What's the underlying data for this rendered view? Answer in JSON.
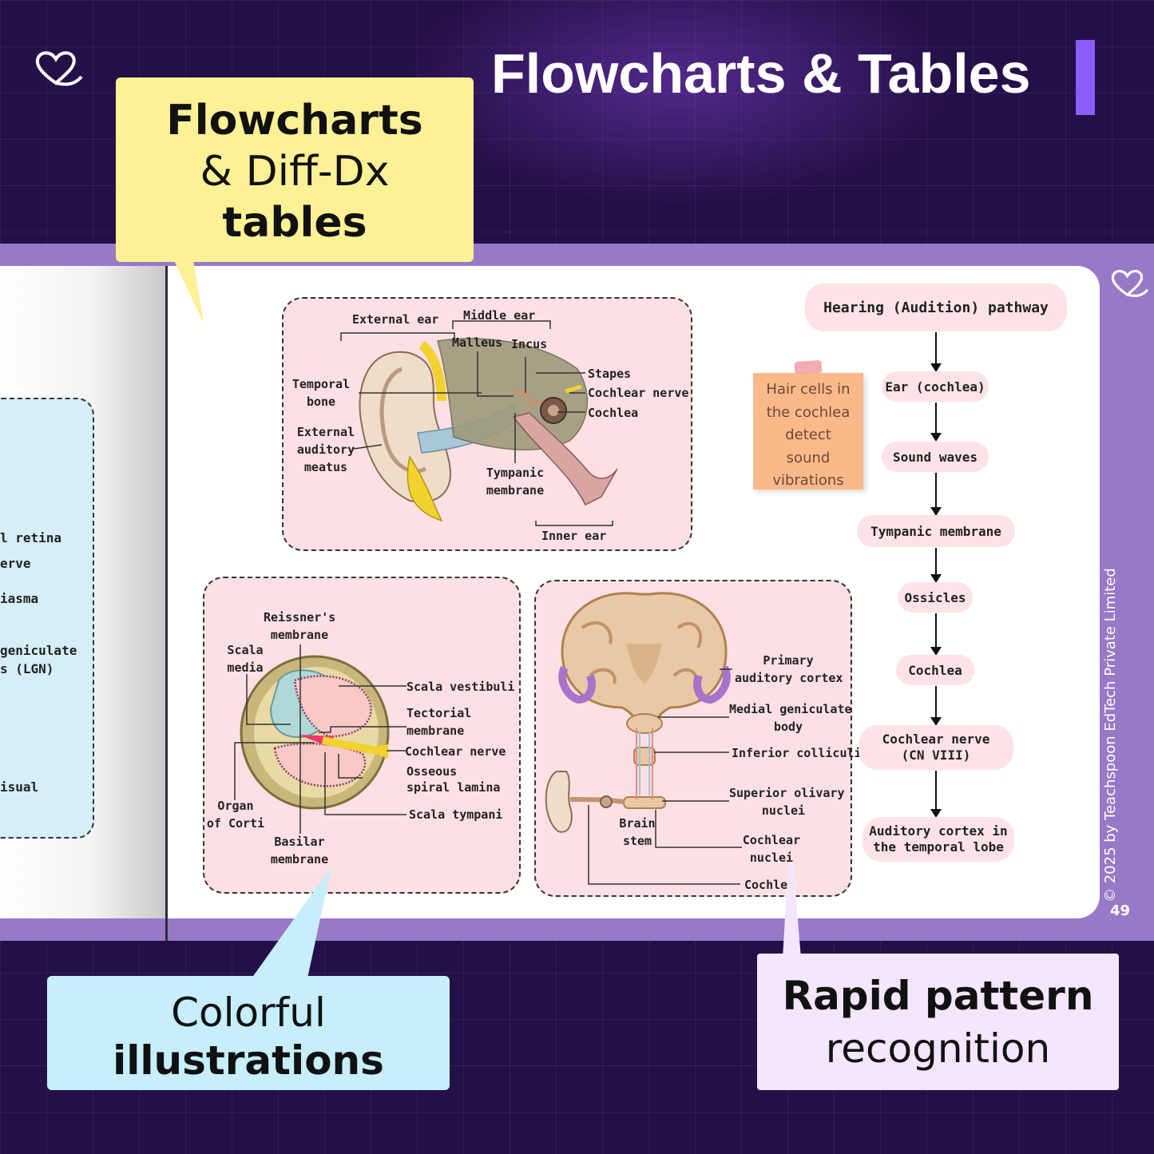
{
  "header": {
    "title": "Flowcharts & Tables"
  },
  "callouts": {
    "flowcharts": {
      "line1": "Flowcharts",
      "line2": "& Diff-Dx",
      "line3": "tables"
    },
    "illustrations": {
      "line1": "Colorful",
      "line2": "illustrations"
    },
    "pattern": {
      "line1": "Rapid pattern",
      "line2": "recognition"
    }
  },
  "left_page": {
    "items": [
      "l retina",
      "erve",
      "iasma",
      " geniculate",
      "s (LGN)",
      "isual"
    ]
  },
  "ear_diagram": {
    "labels": {
      "external_ear": "External ear",
      "middle_ear": "Middle ear",
      "malleus": "Malleus",
      "incus": "Incus",
      "stapes": "Stapes",
      "cochlear_nerve": "Cochlear nerve",
      "cochlea": "Cochlea",
      "temporal_bone_1": "Temporal",
      "temporal_bone_2": "bone",
      "eam_1": "External",
      "eam_2": "auditory",
      "eam_3": "meatus",
      "tympanic_1": "Tympanic",
      "tympanic_2": "membrane",
      "inner_ear": "Inner ear"
    }
  },
  "cochlea_diagram": {
    "labels": {
      "reissner_1": "Reissner's",
      "reissner_2": "membrane",
      "scala_media_1": "Scala",
      "scala_media_2": "media",
      "scala_vestibuli": "Scala vestibuli",
      "tectorial_1": "Tectorial",
      "tectorial_2": "membrane",
      "cochlear_nerve": "Cochlear nerve",
      "osseous_1": "Osseous",
      "osseous_2": "spiral lamina",
      "organ_1": "Organ",
      "organ_2": "of Corti",
      "scala_tympani": "Scala tympani",
      "basilar_1": "Basilar",
      "basilar_2": "membrane"
    }
  },
  "brain_diagram": {
    "labels": {
      "primary_1": "Primary",
      "primary_2": "auditory cortex",
      "mgb_1": "Medial geniculate",
      "mgb_2": "body",
      "inferior": "Inferior colliculi",
      "superior_1": "Superior olivary",
      "superior_2": "nuclei",
      "brain_1": "Brain",
      "brain_2": "stem",
      "cochlear_nuc_1": "Cochlear",
      "cochlear_nuc_2": "nuclei",
      "cochle": "Cochle"
    }
  },
  "sticky_note": {
    "line1": "Hair cells in",
    "line2": "the cochlea",
    "line3": "detect",
    "line4": "sound",
    "line5": "vibrations"
  },
  "flowchart": {
    "title": "Hearing (Audition) pathway",
    "steps": [
      "Ear (cochlea)",
      "Sound waves",
      "Tympanic membrane",
      "Ossicles",
      "Cochlea",
      "Cochlear nerve",
      "(CN VIII)",
      "Auditory cortex in",
      "the temporal lobe"
    ]
  },
  "footer": {
    "copyright": "© 2025 by Teachspoon EdTech Private Limited",
    "page_number": "49"
  },
  "colors": {
    "background": "#241048",
    "accent": "#8b5cf6",
    "book": "#9879c8",
    "diagram_bg": "#fde0e3",
    "yellow": "#fdf195",
    "blue": "#c6eefb",
    "lavender": "#f3e6fe"
  },
  "icons": {
    "logo": "heart-swirl-icon"
  }
}
